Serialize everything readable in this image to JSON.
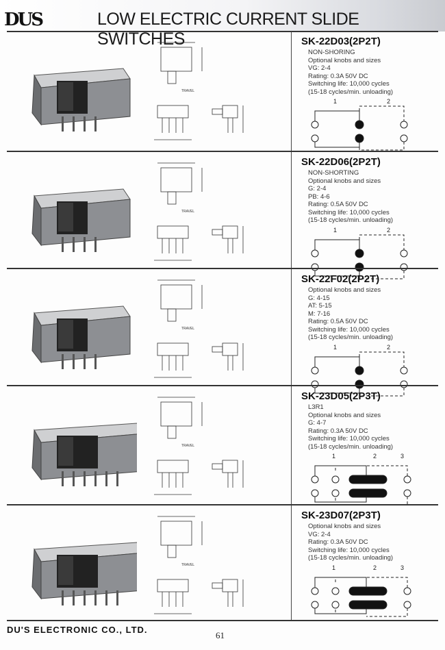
{
  "header": {
    "logo": "DUS",
    "title": "LOW ELECTRIC CURRENT SLIDE SWITCHES"
  },
  "products": [
    {
      "model": "SK-22D03(2P2T)",
      "lines": [
        "NON-SHORING",
        "Optional knobs and sizes",
        "VG: 2-4",
        "Rating: 0.3A 50V DC",
        "Switching life: 10,000 cycles",
        "(15-18 cycles/min. unloading)"
      ],
      "positions": 2,
      "pos_labels": [
        "1",
        "2"
      ],
      "travel": "TRAVEL"
    },
    {
      "model": "SK-22D06(2P2T)",
      "lines": [
        "NON-SHORTING",
        "Optional knobs and sizes",
        "G: 2-4",
        "PB: 4-6",
        "Rating: 0.5A 50V DC",
        "Switching life: 10,000 cycles",
        "(15-18 cycles/min. unloading)"
      ],
      "positions": 2,
      "pos_labels": [
        "1",
        "2"
      ],
      "travel": "TRAVEL"
    },
    {
      "model": "SK-22F02(2P2T)",
      "lines": [
        "Optional knobs and sizes",
        "G: 4-15",
        "AT: 5-15",
        "M: 7-16",
        "Rating: 0.5A 50V DC",
        "Switching life: 10,000 cycles",
        "(15-18 cycles/min. unloading)"
      ],
      "positions": 2,
      "pos_labels": [
        "1",
        "2"
      ],
      "travel": "TRAVEL"
    },
    {
      "model": "SK-23D05(2P3T)",
      "lines": [
        "L3R1",
        "Optional knobs and sizes",
        "G: 4-7",
        "Rating: 0.3A 50V DC",
        "Switching life: 10,000 cycles",
        "(15-18 cycles/min. unloading)"
      ],
      "positions": 3,
      "pos_labels": [
        "1",
        "2",
        "3"
      ],
      "travel": "TRAVEL"
    },
    {
      "model": "SK-23D07(2P3T)",
      "lines": [
        "Optional knobs and sizes",
        "VG: 2-4",
        "Rating: 0.3A 50V DC",
        "Switching life: 10,000 cycles",
        "(15-18 cycles/min. unloading)"
      ],
      "positions": 3,
      "pos_labels": [
        "1",
        "2",
        "3"
      ],
      "travel": "TRAVEL"
    }
  ],
  "footer": {
    "company": "DU'S ELECTRONIC CO., LTD.",
    "page_number": "61"
  }
}
